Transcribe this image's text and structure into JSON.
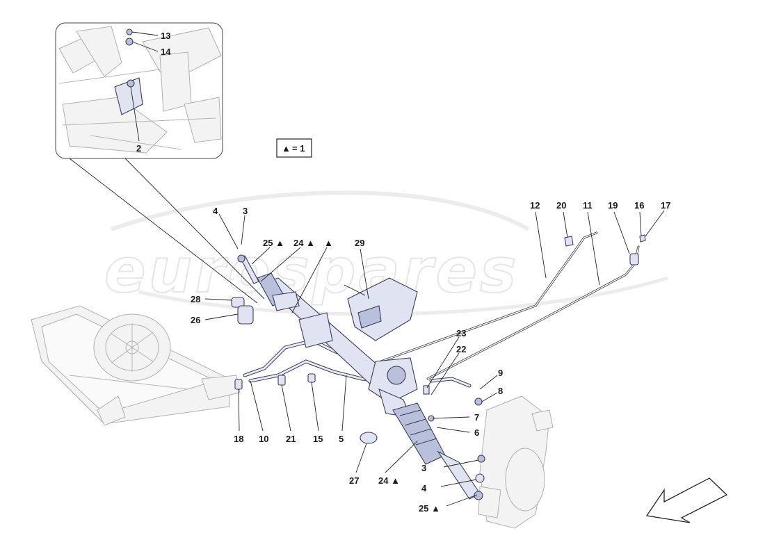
{
  "watermark": "eurospares",
  "legend": {
    "marker": "▲",
    "text": "= 1"
  },
  "inset_labels": {
    "c13": "13",
    "c14": "14",
    "c2": "2"
  },
  "labels": {
    "c4a": "4",
    "c3a": "3",
    "c25a": "25 ▲",
    "c24a": "24 ▲",
    "ctri": "▲",
    "c29": "29",
    "c28": "28",
    "c26": "26",
    "c12": "12",
    "c20": "20",
    "c11": "11",
    "c19": "19",
    "c16": "16",
    "c17": "17",
    "c23": "23",
    "c22": "22",
    "c9": "9",
    "c8": "8",
    "c7": "7",
    "c6": "6",
    "c18": "18",
    "c10": "10",
    "c21": "21",
    "c15": "15",
    "c5": "5",
    "c27": "27",
    "c24b": "24 ▲",
    "c3b": "3",
    "c4b": "4",
    "c25b": "25 ▲"
  }
}
